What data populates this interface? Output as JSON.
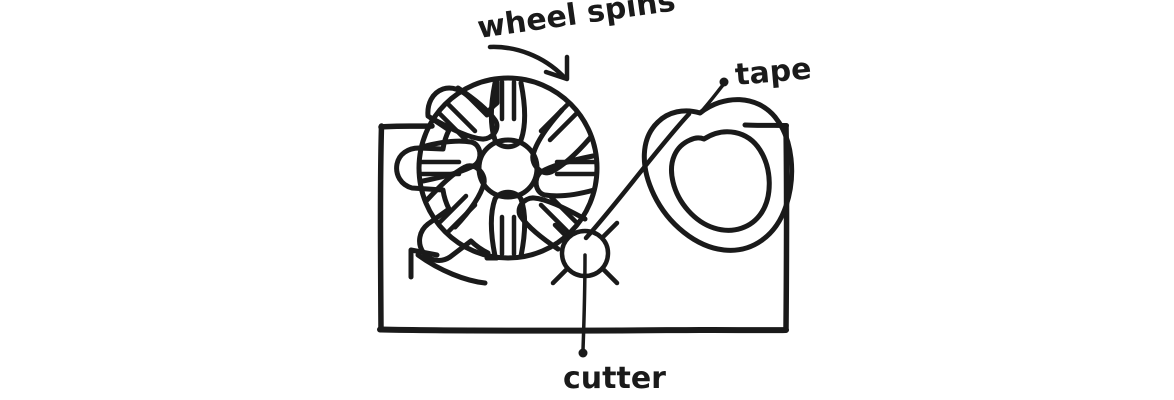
{
  "diagram": {
    "title": "tape dispenser sketch",
    "style": "hand-drawn ink sketch",
    "ink_color": "#1a1a1a",
    "background_color": "#ffffff",
    "labels": {
      "wheel_spins": "wheel spins",
      "tape": "tape",
      "cutter": "cutter"
    },
    "parts": [
      {
        "name": "dispenser-body",
        "shape": "rectangle",
        "description": "open-top rectangular housing with gaps where the wheel overlaps"
      },
      {
        "name": "wheel",
        "shape": "slotted gear wheel",
        "petals": 8,
        "description": "spoked wheel with eight rounded cutouts and a round hub"
      },
      {
        "name": "tape-roll",
        "shape": "donut",
        "description": "concentric irregular circles forming a roll of tape"
      },
      {
        "name": "cutter",
        "shape": "small circle with four radial spokes",
        "description": "cutting wheel beneath the tape path"
      },
      {
        "name": "tape-strip",
        "shape": "straight line",
        "description": "tape running from the roll down to the cutter"
      }
    ],
    "annotations": [
      {
        "name": "wheel-spins-arrow",
        "type": "curved arrow",
        "direction": "points down-right toward the wheel"
      },
      {
        "name": "rotation-arrow",
        "type": "curved arrow",
        "direction": "counter-clockwise rotation of the wheel"
      },
      {
        "name": "tape-leader",
        "type": "leader line with dot",
        "points_to": "tape-roll"
      },
      {
        "name": "cutter-leader",
        "type": "leader line with dot",
        "points_to": "cutter"
      }
    ]
  }
}
